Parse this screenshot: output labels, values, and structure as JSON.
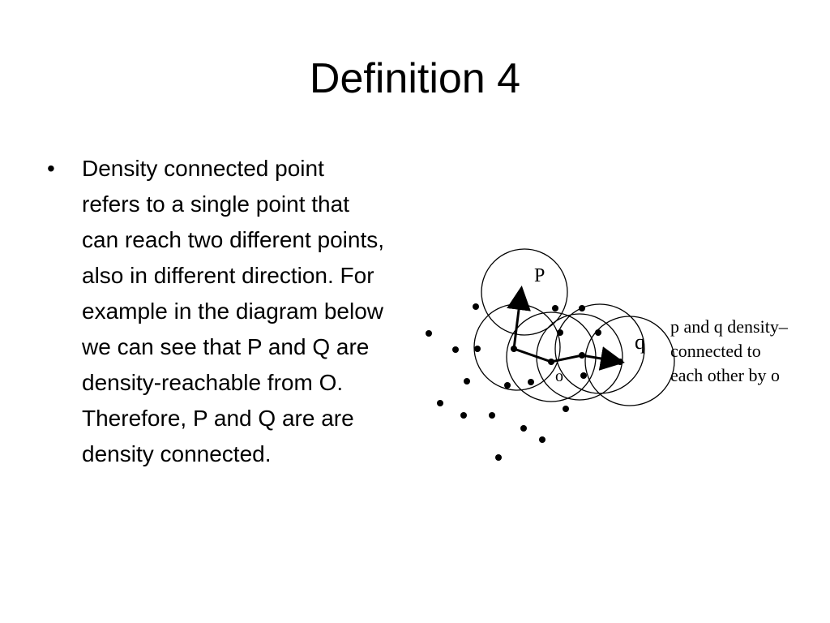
{
  "slide": {
    "title": "Definition 4",
    "bullets": [
      "Density connected point refers to a single point that can reach two different points, also in different direction. For example in the diagram below we can see that P and Q are density-reachable from O. Therefore, P and Q are are density connected."
    ]
  },
  "diagram": {
    "label_p": "P",
    "label_o": "o",
    "label_q": "q",
    "caption_lines": [
      "p and q density–",
      "connected to",
      "each other by o"
    ]
  }
}
